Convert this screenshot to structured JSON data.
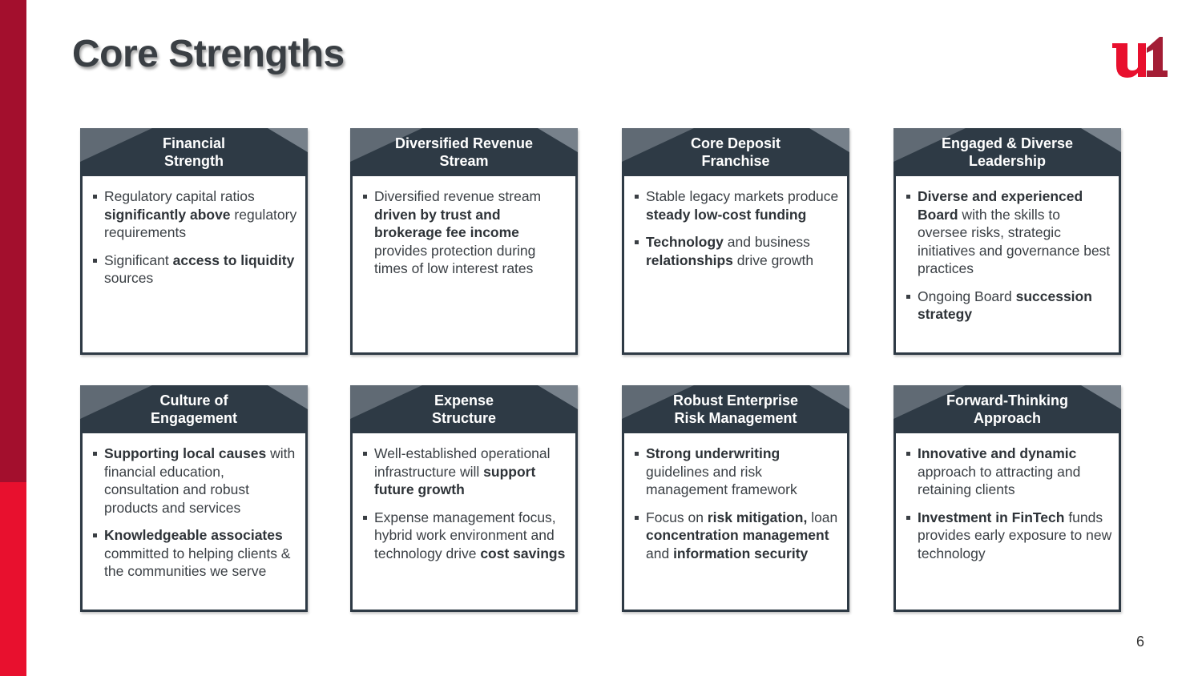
{
  "slide": {
    "title": "Core Strengths",
    "page_number": "6",
    "logo_text": "u1",
    "accent_dark": "#a30f2d",
    "accent_bright": "#e8102e",
    "header_color": "#2e3a45"
  },
  "cards": [
    {
      "title": [
        "Financial",
        "Strength"
      ],
      "bullets": [
        [
          [
            "Regulatory capital ratios ",
            false
          ],
          [
            "significantly above",
            true
          ],
          [
            " regulatory requirements",
            false
          ]
        ],
        [
          [
            "Significant ",
            false
          ],
          [
            "access to liquidity",
            true
          ],
          [
            " sources",
            false
          ]
        ]
      ]
    },
    {
      "title": [
        "Diversified Revenue",
        "Stream"
      ],
      "bullets": [
        [
          [
            "Diversified revenue stream ",
            false
          ],
          [
            "driven by trust and brokerage fee income",
            true
          ],
          [
            " provides protection during times of low interest rates",
            false
          ]
        ]
      ]
    },
    {
      "title": [
        "Core Deposit",
        "Franchise"
      ],
      "bullets": [
        [
          [
            "Stable legacy markets produce ",
            false
          ],
          [
            "steady low-cost funding",
            true
          ]
        ],
        [
          [
            "Technology",
            true
          ],
          [
            " and business ",
            false
          ],
          [
            "relationships",
            true
          ],
          [
            " drive growth",
            false
          ]
        ]
      ]
    },
    {
      "title": [
        "Engaged & Diverse",
        "Leadership"
      ],
      "bullets": [
        [
          [
            "Diverse and experienced Board",
            true
          ],
          [
            " with the skills to oversee risks, strategic initiatives and governance best practices",
            false
          ]
        ],
        [
          [
            "Ongoing Board ",
            false
          ],
          [
            "succession strategy",
            true
          ]
        ]
      ]
    },
    {
      "title": [
        "Culture of",
        "Engagement"
      ],
      "bullets": [
        [
          [
            "Supporting local causes",
            true
          ],
          [
            " with financial education, consultation and robust products and services",
            false
          ]
        ],
        [
          [
            "Knowledgeable associates",
            true
          ],
          [
            " committed to helping clients & the communities we serve",
            false
          ]
        ]
      ]
    },
    {
      "title": [
        "Expense",
        "Structure"
      ],
      "bullets": [
        [
          [
            "Well-established operational infrastructure will ",
            false
          ],
          [
            "support future growth",
            true
          ]
        ],
        [
          [
            "Expense management focus, hybrid work environment and technology drive ",
            false
          ],
          [
            "cost savings",
            true
          ]
        ]
      ]
    },
    {
      "title": [
        "Robust Enterprise",
        "Risk Management"
      ],
      "bullets": [
        [
          [
            "Strong underwriting",
            true
          ],
          [
            " guidelines and risk management framework",
            false
          ]
        ],
        [
          [
            "Focus on ",
            false
          ],
          [
            "risk mitigation,",
            true
          ],
          [
            " loan ",
            false
          ],
          [
            "concentration management",
            true
          ],
          [
            " and ",
            false
          ],
          [
            "information security",
            true
          ]
        ]
      ]
    },
    {
      "title": [
        "Forward-Thinking",
        "Approach"
      ],
      "bullets": [
        [
          [
            "Innovative and dynamic",
            true
          ],
          [
            " approach to attracting and retaining clients",
            false
          ]
        ],
        [
          [
            "Investment in FinTech",
            true
          ],
          [
            " funds provides early exposure to new technology",
            false
          ]
        ]
      ]
    }
  ]
}
